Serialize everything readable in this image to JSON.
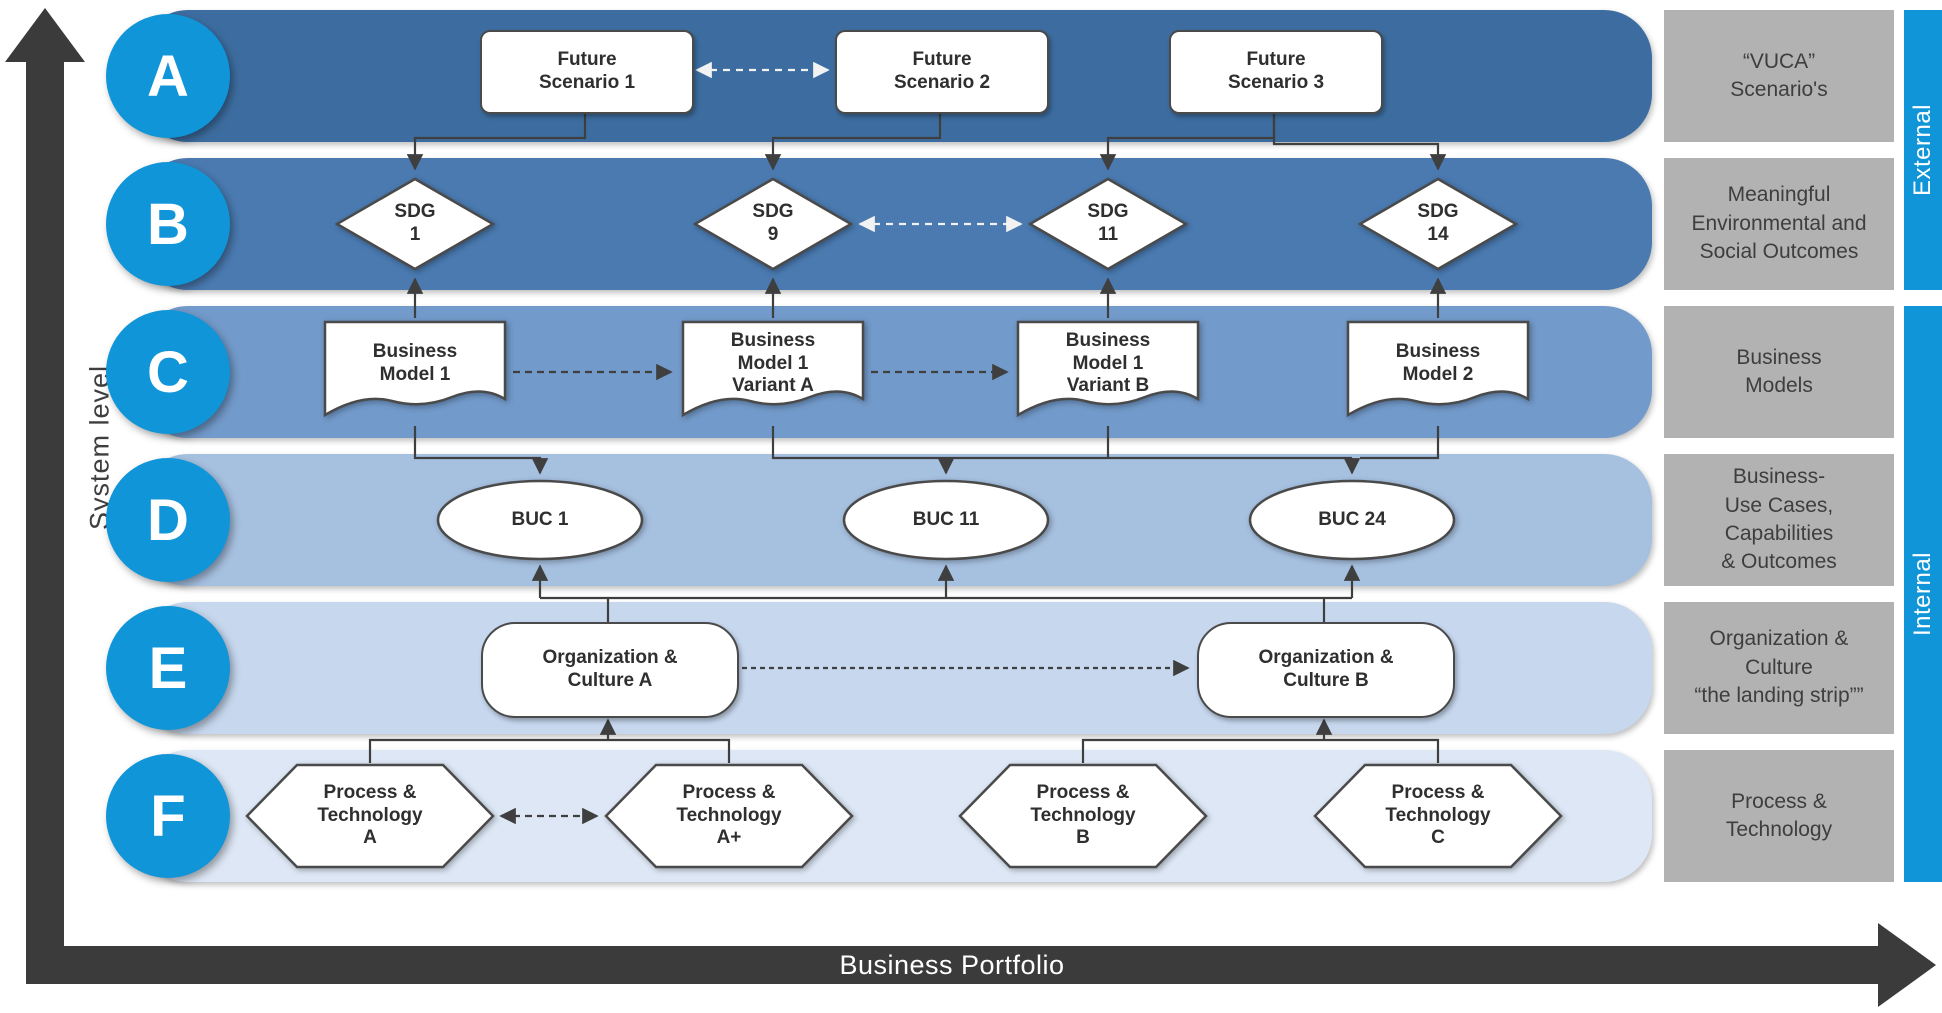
{
  "axis": {
    "y": "System level",
    "x": "Business Portfolio"
  },
  "side_bars": {
    "external": "External",
    "internal": "Internal"
  },
  "rows": [
    {
      "letter": "A",
      "description": "“VUCA”\nScenario's",
      "shape": "rounded-rectangle",
      "nodes": [
        {
          "label": "Future\nScenario 1"
        },
        {
          "label": "Future\nScenario 2"
        },
        {
          "label": "Future\nScenario 3"
        }
      ]
    },
    {
      "letter": "B",
      "description": "Meaningful\nEnvironmental and\nSocial Outcomes",
      "shape": "diamond",
      "nodes": [
        {
          "label": "SDG\n1"
        },
        {
          "label": "SDG\n9"
        },
        {
          "label": "SDG\n11"
        },
        {
          "label": "SDG\n14"
        }
      ]
    },
    {
      "letter": "C",
      "description": "Business\nModels",
      "shape": "document",
      "nodes": [
        {
          "label": "Business\nModel 1"
        },
        {
          "label": "Business\nModel 1\nVariant A"
        },
        {
          "label": "Business\nModel 1\nVariant B"
        },
        {
          "label": "Business\nModel 2"
        }
      ]
    },
    {
      "letter": "D",
      "description": "Business-\nUse Cases,\nCapabilities\n& Outcomes",
      "shape": "ellipse",
      "nodes": [
        {
          "label": "BUC 1"
        },
        {
          "label": "BUC 11"
        },
        {
          "label": "BUC 24"
        }
      ]
    },
    {
      "letter": "E",
      "description": "Organization &\nCulture\n“the landing strip””",
      "shape": "pill-rectangle",
      "nodes": [
        {
          "label": "Organization &\nCulture A"
        },
        {
          "label": "Organization &\nCulture  B"
        }
      ]
    },
    {
      "letter": "F",
      "description": "Process &\nTechnology",
      "shape": "hexagon",
      "nodes": [
        {
          "label": "Process &\nTechnology\nA"
        },
        {
          "label": "Process &\nTechnology\nA+"
        },
        {
          "label": "Process &\nTechnology\nB"
        },
        {
          "label": "Process &\nTechnology\nC"
        }
      ]
    }
  ],
  "colors": {
    "band_a": "#3d6da0",
    "band_b": "#4a7ab0",
    "band_c": "#729aca",
    "band_d": "#a6c0e0",
    "band_e": "#c6d7ee",
    "band_f": "#dde7f5",
    "letter_circle": "#1095d8",
    "side_bar": "#1095d8",
    "description_box": "#b2b2b2",
    "axis": "#3b3b3b",
    "node_fill": "#ffffff",
    "node_border": "#4a4a4a",
    "connector": "#3f3f3f",
    "connector_light": "#f2f2f2"
  }
}
